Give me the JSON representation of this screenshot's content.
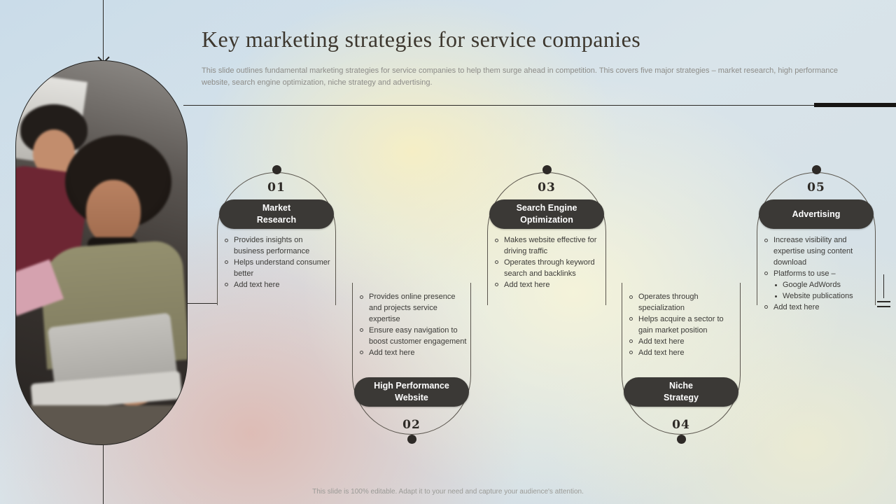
{
  "slide": {
    "title": "Key marketing strategies for service companies",
    "subtitle": "This slide outlines fundamental marketing strategies for service companies to help them surge ahead in competition. This covers five major strategies – market research, high performance website, search engine optimization, niche strategy and advertising.",
    "footer": "This slide is 100% editable.  Adapt it to your need and capture your audience's attention."
  },
  "strategies": [
    {
      "number": "01",
      "label": "Market\nResearch",
      "bullets": [
        "Provides insights on business performance",
        "Helps understand consumer better",
        "Add text here"
      ]
    },
    {
      "number": "02",
      "label": "High Performance\nWebsite",
      "bullets": [
        "Provides online presence and projects service expertise",
        "Ensure easy navigation to boost customer engagement",
        "Add text here"
      ]
    },
    {
      "number": "03",
      "label": "Search Engine\nOptimization",
      "bullets": [
        "Makes website effective for driving traffic",
        "Operates through keyword search and backlinks",
        "Add text here"
      ]
    },
    {
      "number": "04",
      "label": "Niche\nStrategy",
      "bullets": [
        "Operates through specialization",
        "Helps acquire a sector to gain market position",
        "Add text here",
        "Add text here"
      ]
    },
    {
      "number": "05",
      "label": "Advertising",
      "bullets": [
        "Increase visibility and expertise using content download",
        "Platforms to use –",
        "Add text here"
      ],
      "sub_bullets": [
        "Google AdWords",
        "Website publications"
      ]
    }
  ],
  "colors": {
    "pill_background": "#3b3936",
    "line": "#2b2926",
    "title_text": "#3d372e",
    "pill_text": "#ffffff"
  }
}
